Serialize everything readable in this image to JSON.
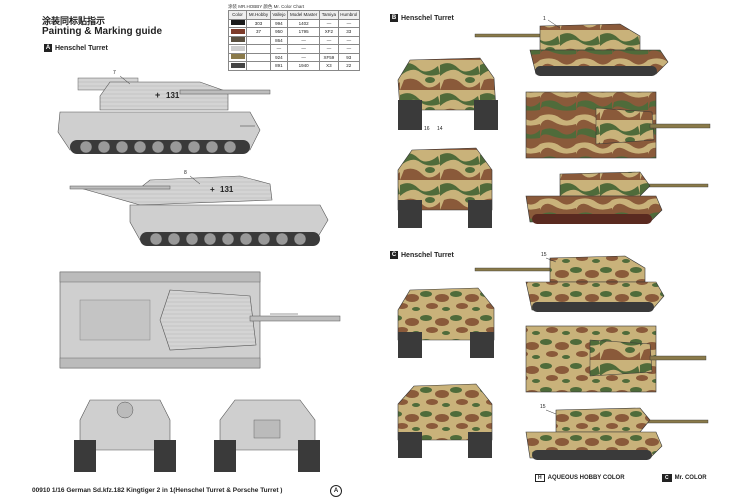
{
  "header": {
    "title_cn": "涂装同标贴指示",
    "title_en": "Painting & Marking guide"
  },
  "paint_table": {
    "strip": "涂装 MR.HOBBY 颜色   Mr. Color Chart",
    "columns": [
      "Color",
      "Mr.Hobby",
      "Vallejo",
      "Model Master",
      "Tamiya",
      "Humbrol"
    ],
    "rows": [
      {
        "name": "",
        "code": "303",
        "c1": "994",
        "c2": "1402",
        "c3": "—",
        "c4": "—",
        "swatch": "#1a1a1a"
      },
      {
        "name": "",
        "code": "37",
        "c1": "950",
        "c2": "1795",
        "c3": "XF2",
        "c4": "33",
        "swatch": "#7d3b2a"
      },
      {
        "name": "",
        "code": "",
        "c1": "864",
        "c2": "—",
        "c3": "—",
        "c4": "—",
        "swatch": "#5a5040"
      },
      {
        "name": "",
        "code": "",
        "c1": "—",
        "c2": "—",
        "c3": "—",
        "c4": "—",
        "swatch": "#cfcfcf"
      },
      {
        "name": "",
        "code": "",
        "c1": "924",
        "c2": "—",
        "c3": "XF59",
        "c4": "93",
        "swatch": "#8a7a4a"
      },
      {
        "name": "",
        "code": "",
        "c1": "891",
        "c2": "1940",
        "c3": "X3",
        "c4": "22",
        "swatch": "#444"
      }
    ]
  },
  "sections": {
    "a": {
      "letter": "A",
      "label": "Henschel Turret"
    },
    "b": {
      "letter": "B",
      "label": "Henschel Turret"
    },
    "c": {
      "letter": "C",
      "label": "Henschel Turret"
    }
  },
  "markings": {
    "turret_number": "131",
    "callout_7": "7",
    "callout_8": "8",
    "callout_1": "1",
    "callout_15a": "15",
    "callout_15b": "15",
    "callout_16": "16",
    "callout_14": "14"
  },
  "colors": {
    "grey_scheme": "#cfcfcf",
    "camo_green": "#4f6b3a",
    "camo_brown": "#8a5a3a",
    "camo_sand": "#c9b27a",
    "track": "#3a3a3a"
  },
  "legend": {
    "aqueous_box": "H",
    "aqueous_label": "AQUEOUS HOBBY COLOR",
    "mr_box": "C",
    "mr_label": "Mr. COLOR"
  },
  "footer": {
    "text": "00910 1/16 German Sd.kfz.182 Kingtiger 2 in 1(Henschel Turret & Porsche Turret )",
    "page": "A"
  }
}
